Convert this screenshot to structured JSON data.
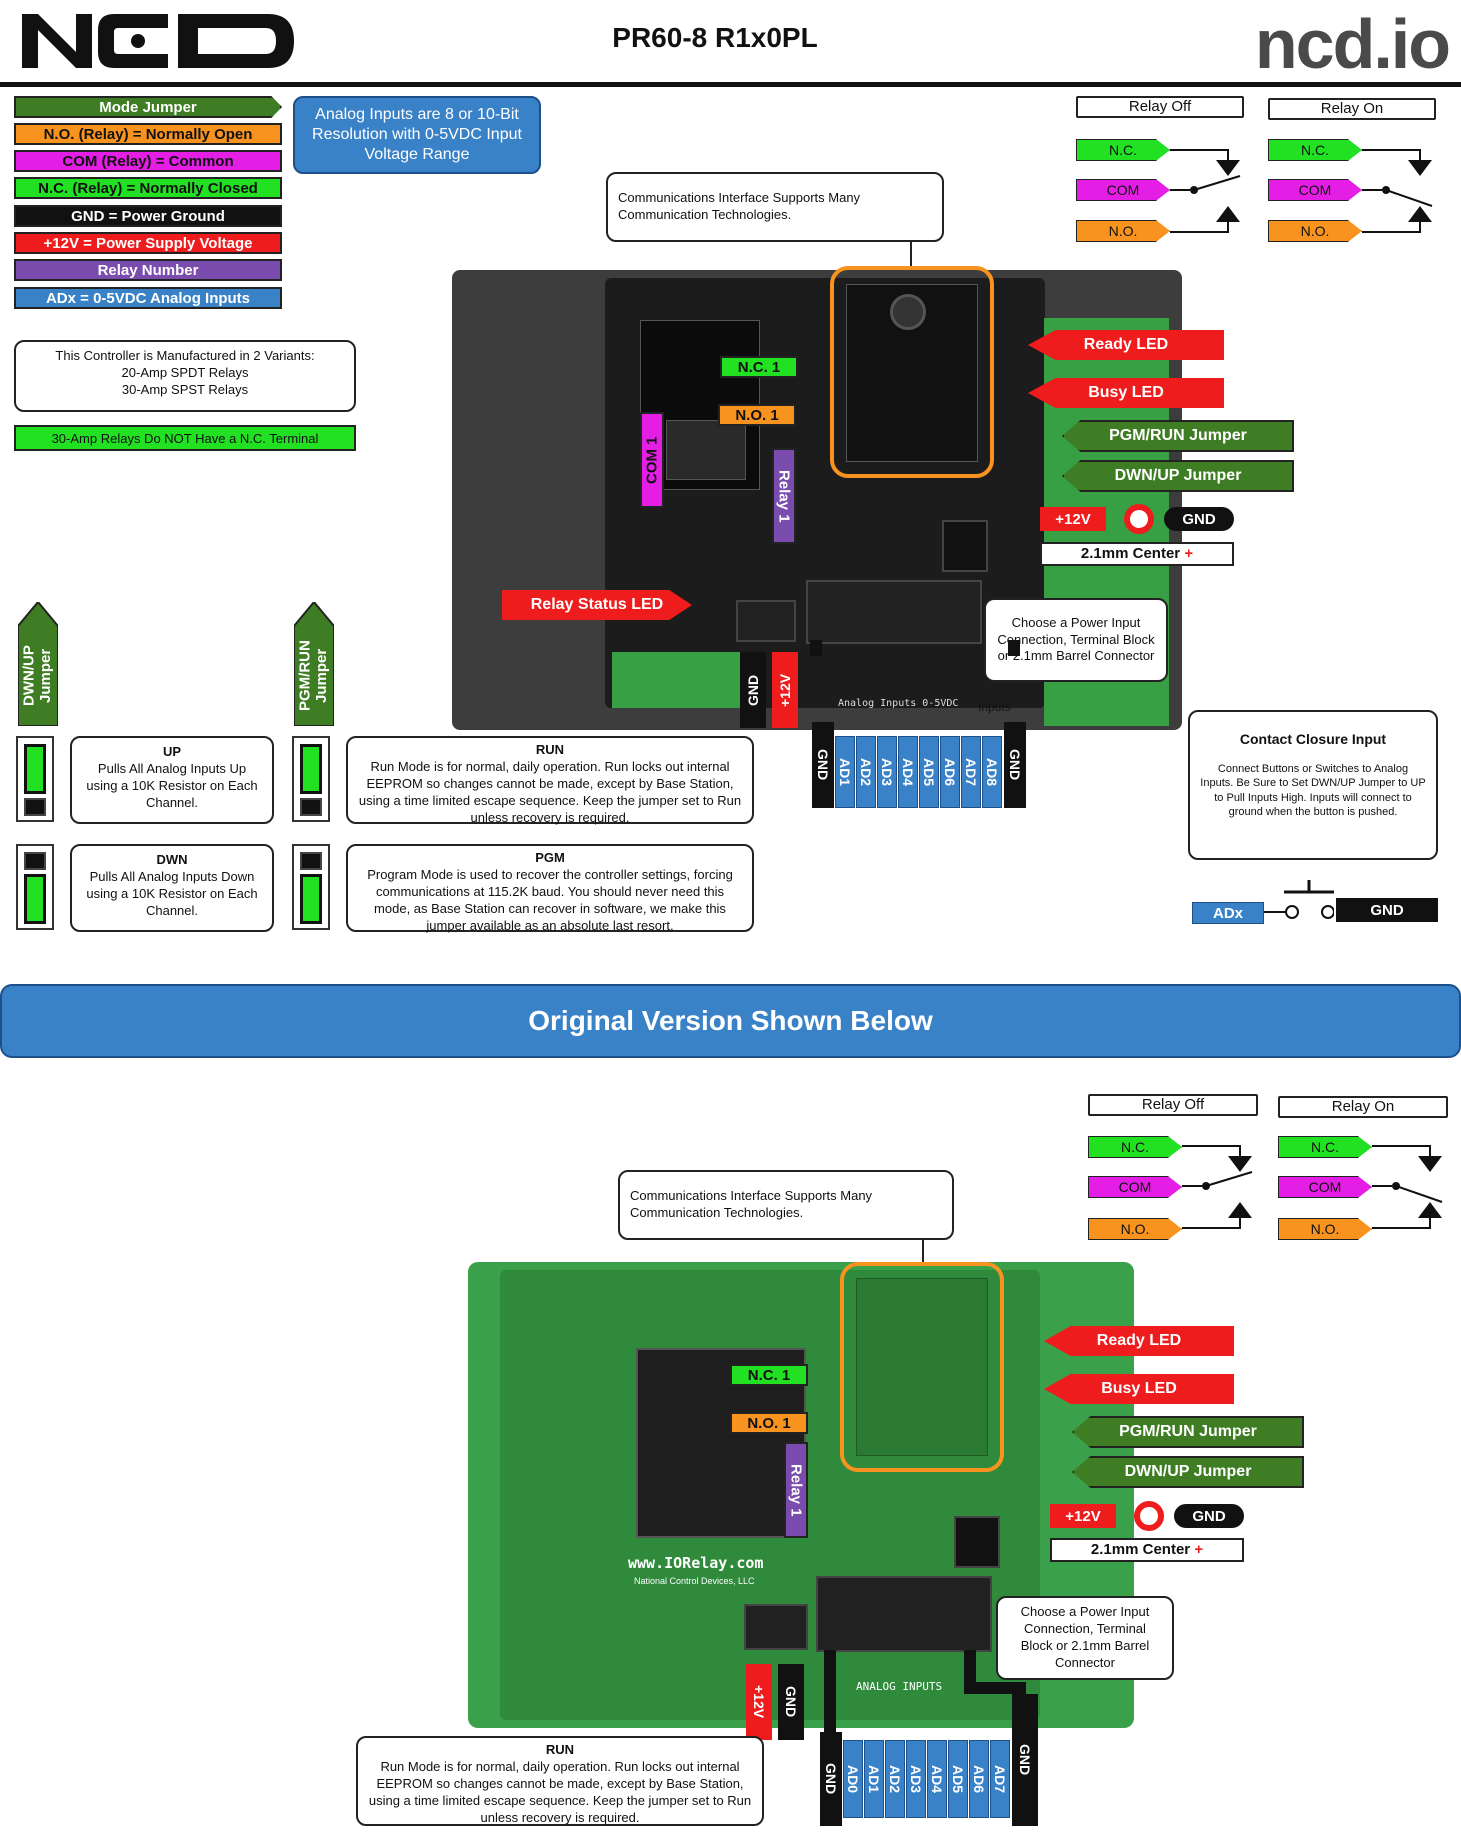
{
  "header": {
    "title": "PR60-8 R1x0PL",
    "logo_right": "ncd.io"
  },
  "legend": [
    {
      "label": "Mode Jumper",
      "color": "#3f7d24"
    },
    {
      "label": "N.O. (Relay) = Normally Open",
      "color": "#f7931e"
    },
    {
      "label": "COM (Relay) = Common",
      "color": "#e41ee4"
    },
    {
      "label": "N.C. (Relay) = Normally Closed",
      "color": "#22e022"
    },
    {
      "label": "GND = Power Ground",
      "color": "#111111"
    },
    {
      "label": "+12V = Power Supply Voltage",
      "color": "#ee1c1c"
    },
    {
      "label": "Relay Number",
      "color": "#7a4cae"
    },
    {
      "label": "ADx = 0-5VDC Analog Inputs",
      "color": "#3a82c8"
    }
  ],
  "callouts": {
    "analog_resolution": "Analog Inputs are 8 or 10-Bit Resolution with 0-5VDC Input Voltage Range",
    "comm_interface": "Communications Interface Supports Many Communication Technologies.",
    "variants_line1": "This Controller is Manufactured in 2 Variants:",
    "variants_line2": "20-Amp SPDT Relays",
    "variants_line3": "30-Amp SPST Relays",
    "nc_note": "30-Amp Relays Do NOT Have a N.C. Terminal",
    "power_input": "Choose a Power Input Connection, Terminal Block or 2.1mm Barrel Connector",
    "contact_title": "Contact Closure Input",
    "contact_body": "Connect Buttons or Switches to Analog Inputs.  Be Sure to Set DWN/UP Jumper to UP to Pull Inputs High.  Inputs will connect to ground when the button is pushed."
  },
  "relay_state": {
    "off_title": "Relay Off",
    "on_title": "Relay On",
    "nc": "N.C.",
    "com": "COM",
    "no": "N.O."
  },
  "board_labels": {
    "nc1": "N.C. 1",
    "no1": "N.O. 1",
    "com1": "COM 1",
    "relay1": "Relay 1",
    "ready_led": "Ready LED",
    "busy_led": "Busy LED",
    "pgm_run_jumper": "PGM/RUN Jumper",
    "dwn_up_jumper": "DWN/UP Jumper",
    "plus12v": "+12V",
    "gnd": "GND",
    "barrel_center": "2.1mm Center",
    "plus_sign": "+",
    "relay_status_led": "Relay Status LED",
    "adx": "ADx"
  },
  "pins_new": [
    "GND",
    "AD1",
    "AD2",
    "AD3",
    "AD4",
    "AD5",
    "AD6",
    "AD7",
    "AD8",
    "GND"
  ],
  "pins_old": [
    "GND",
    "AD0",
    "AD1",
    "AD2",
    "AD3",
    "AD4",
    "AD5",
    "AD6",
    "AD7",
    "GND"
  ],
  "jumpers": {
    "dwn_up_label": "DWN/UP Jumper",
    "pgm_run_label": "PGM/RUN Jumper",
    "up_title": "UP",
    "up_body": "Pulls All Analog Inputs Up using a 10K Resistor on Each Channel.",
    "dwn_title": "DWN",
    "dwn_body": "Pulls All Analog Inputs Down using a 10K Resistor on Each Channel.",
    "run_title": "RUN",
    "run_body": "Run Mode is for normal, daily operation.  Run locks out internal EEPROM so changes cannot be made, except by Base Station, using a time limited escape sequence.  Keep the jumper set to Run unless recovery is required.",
    "pgm_title": "PGM",
    "pgm_body": "Program Mode is used to recover the controller settings, forcing communications at 115.2K baud.  You should never need this mode, as Base Station can recover in software, we make this jumper available as an absolute last resort."
  },
  "section_divider": "Original Version Shown Below",
  "silkscreen": {
    "analog_inputs": "Analog Inputs 0-5VDC",
    "analog_inputs_old": "ANALOG INPUTS",
    "inputs": "Inputs",
    "iorelay": "www.IORelay.com",
    "ncd_small": "National Control Devices, LLC"
  }
}
